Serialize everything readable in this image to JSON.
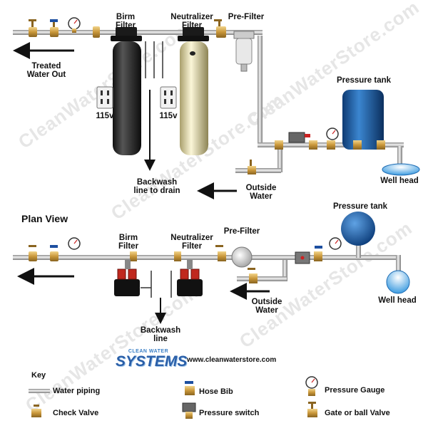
{
  "watermark": "CleanWaterStore.com",
  "top_view": {
    "birm_filter_label": [
      "Birm",
      "Filter"
    ],
    "neutralizer_filter_label": [
      "Neutralizer",
      "Filter"
    ],
    "prefilter_label": "Pre-Filter",
    "treated_water_label": [
      "Treated",
      "Water Out"
    ],
    "outlet_left_label": "115v",
    "outlet_right_label": "115v",
    "pressure_tank_label": "Pressure tank",
    "backwash_label": [
      "Backwash",
      "line to drain"
    ],
    "outside_water_label": [
      "Outside",
      "Water"
    ],
    "well_head_label": "Well head"
  },
  "plan_view": {
    "title": "Plan View",
    "birm_filter_label": [
      "Birm",
      "Filter"
    ],
    "neutralizer_filter_label": [
      "Neutralizer",
      "Filter"
    ],
    "prefilter_label": "Pre-Filter",
    "pressure_tank_label": "Pressure tank",
    "backwash_label": [
      "Backwash",
      "line"
    ],
    "outside_water_label": [
      "Outside",
      "Water"
    ],
    "well_head_label": "Well head"
  },
  "branding": {
    "logo_top": "CLEAN WATER",
    "logo_main": "SYSTEMS",
    "url": "www.cleanwaterstore.com"
  },
  "key": {
    "title": "Key",
    "water_piping": "Water piping",
    "check_valve": "Check Valve",
    "hose_bib": "Hose Bib",
    "pressure_switch": "Pressure switch",
    "pressure_gauge": "Pressure Gauge",
    "gate_ball_valve": "Gate or ball Valve"
  },
  "colors": {
    "pipe": "#b8b8b8",
    "brass": "#d4a64a",
    "birm_tank": "#2a2a2a",
    "neutralizer_tank": "#ece3b4",
    "pressure_tank": "#1f5fa8",
    "valve_head": "#c0281e"
  }
}
